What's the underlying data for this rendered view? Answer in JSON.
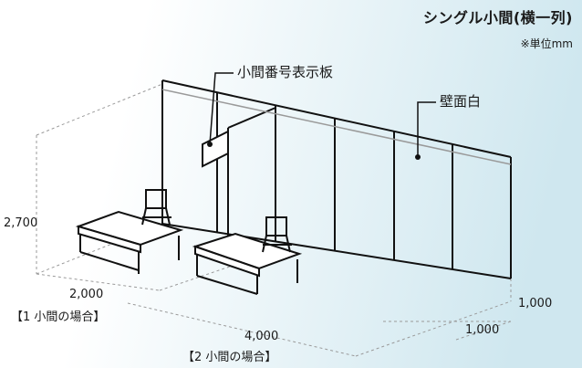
{
  "title": "シングル小間(横一列)",
  "unit_note": "※単位mm",
  "callouts": {
    "sign_board": "小間番号表示板",
    "wall": "壁面白"
  },
  "dimensions": {
    "height": "2,700",
    "width_1": "2,000",
    "width_1_note": "【1 小間の場合】",
    "width_2": "4,000",
    "width_2_note": "【2 小間の場合】",
    "depth_a": "1,000",
    "depth_b": "1,000"
  },
  "colors": {
    "gradient_start": "#ffffff",
    "gradient_end": "#cfe7ef",
    "line": "#111111",
    "dashed": "#9a9a9a"
  }
}
